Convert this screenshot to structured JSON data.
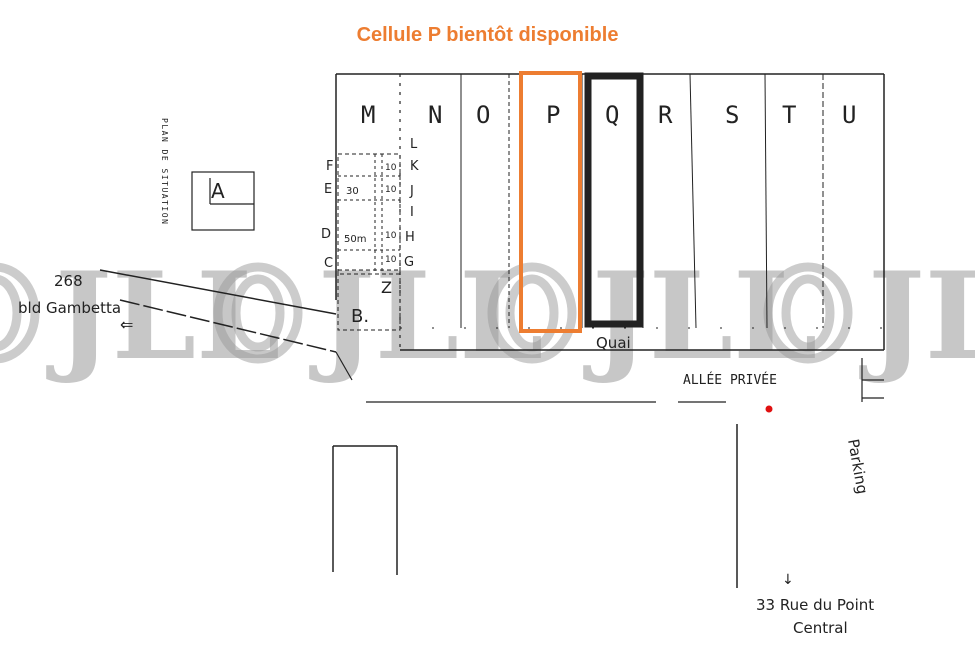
{
  "title": "Cellule P bientôt disponible",
  "colors": {
    "title": "#ED7D31",
    "highlight": "#ED7D31",
    "ink": "#222222",
    "watermark": "#9a9a9a",
    "marker": "#e01010"
  },
  "cells": [
    "M",
    "N",
    "O",
    "P",
    "Q",
    "R",
    "S",
    "T",
    "U"
  ],
  "highlighted_cell": "P",
  "small_units_left": [
    "F",
    "E",
    "D",
    "C"
  ],
  "small_units_right": [
    "K",
    "J",
    "I",
    "H",
    "G"
  ],
  "unit_L": "L",
  "unit_A": "A",
  "unit_B": "B.",
  "unit_Z": "Z",
  "size_labels": [
    "30",
    "50m",
    "10",
    "10",
    "10",
    "10"
  ],
  "street_number": "268",
  "street_name": "bld Gambetta",
  "quay_label": "Quai",
  "private_lane": "ALLÉE PRIVÉE",
  "parking": "Parking",
  "address_line1": "33 Rue du Point",
  "address_line2": "Central",
  "plan_label": "PLAN DE SITUATION",
  "watermark": "JLL"
}
